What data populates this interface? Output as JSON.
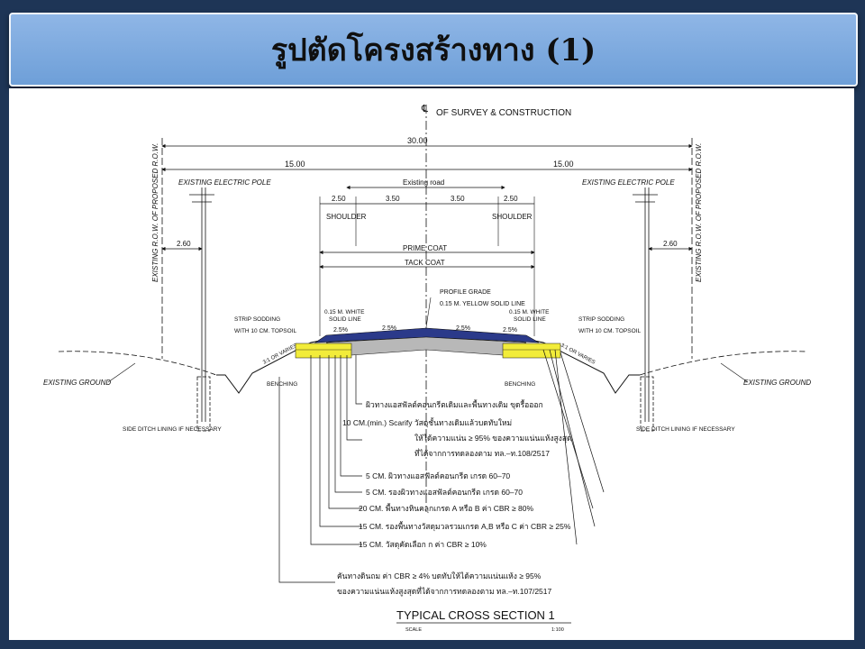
{
  "title": "รูปตัดโครงสร้างทาง (1)",
  "colors": {
    "background": "#1e3556",
    "title_bar": "#7aa8de",
    "pavement": "#2b3a8a",
    "base": "#f2ec3a"
  },
  "centerline": {
    "symbol": "℄",
    "label": "OF SURVEY & CONSTRUCTION"
  },
  "dims": {
    "total": "30.00",
    "left_half": "15.00",
    "right_half": "15.00",
    "existing_road": "Existing road",
    "shoulder_left": "2.50",
    "lane_left": "3.50",
    "lane_right": "3.50",
    "shoulder_right": "2.50",
    "pole_left": "2.60",
    "pole_right": "2.60"
  },
  "labels": {
    "row_left": "EXISTING R.O.W. OF PROPOSED R.O.W.",
    "row_right": "EXISTING R.O.W. OF PROPOSED R.O.W.",
    "pole_left": "EXISTING ELECTRIC POLE",
    "pole_right": "EXISTING ELECTRIC POLE",
    "shoulder_left": "SHOULDER",
    "shoulder_right": "SHOULDER",
    "prime_coat": "PRIME COAT",
    "tack_coat": "TACK COAT",
    "profile_grade": "PROFILE GRADE",
    "yellow_line": "0.15 M. YELLOW SOLID LINE",
    "white_left_1": "0.15 M. WHITE",
    "white_left_2": "SOLID LINE",
    "white_right_1": "0.15 M. WHITE",
    "white_right_2": "SOLID LINE",
    "sod_left_1": "STRIP SODDING",
    "sod_left_2": "WITH 10 CM. TOPSOIL",
    "sod_right_1": "STRIP SODDING",
    "sod_right_2": "WITH 10 CM. TOPSOIL",
    "slope_l1": "2.5%",
    "slope_l2": "2.5%",
    "slope_r1": "2.5%",
    "slope_r2": "2.5%",
    "side_slope_l": "3:1 OR VARIES",
    "side_slope_r": "3:1 OR VARIES",
    "ground_left": "EXISTING GROUND",
    "ground_right": "EXISTING GROUND",
    "benching_left": "BENCHING",
    "benching_right": "BENCHING",
    "ditch_left": "SIDE DITCH LINING IF NECESSARY",
    "ditch_right": "SIDE DITCH LINING IF NECESSARY"
  },
  "notes": {
    "n1": "ผิวทางแอสฟัลต์คอนกรีตเดิมและพื้นทางเดิม ขุดรื้อออก",
    "n2_a": "10 CM.(min.)  Scarify  วัสดุชั้นทางเดิมแล้วบดทับใหม่",
    "n2_b": "ให้ได้ความแน่น ≥ 95%  ของความแน่นแห้งสูงสุด",
    "n2_c": "ที่ได้จากการทดลองตาม  ทล.–ท.108/2517",
    "n3": "5 CM.   ผิวทางแอสฟัลต์คอนกรีต เกรด 60–70",
    "n4": "5 CM.   รองผิวทางแอสฟัลต์คอนกรีต เกรด 60–70",
    "n5": "20 CM.   พื้นทางหินคลุกเกรด A  หรือ B  ค่า CBR ≥ 80%",
    "n6": "15 CM.   รองพื้นทางวัสดุมวลรวมเกรด A,B  หรือ C  ค่า CBR ≥ 25%",
    "n7": "15 CM.   วัสดุคัดเลือก ก ค่า CBR ≥ 10%",
    "n8_a": "คันทางดินถม ค่า CBR ≥ 4%  บดทับให้ได้ความแน่นแห้ง ≥ 95%",
    "n8_b": "ของความแน่นแห้งสูงสุดที่ได้จากการทดลองตาม  ทล.–ท.107/2517"
  },
  "footer": {
    "title": "TYPICAL  CROSS  SECTION  1",
    "scale_label": "SCALE",
    "scale": "1:100"
  }
}
